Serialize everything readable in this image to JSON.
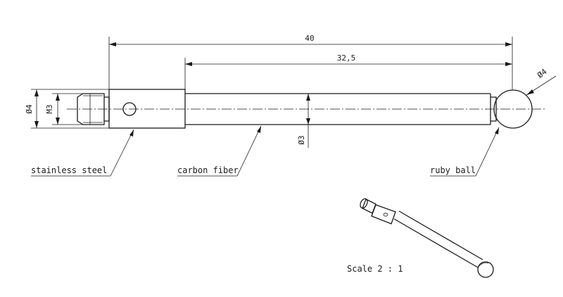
{
  "dimensions": {
    "overall_length": "40",
    "shaft_length": "32,5",
    "ball_diameter": "Ø4",
    "body_diameter": "Ø4",
    "thread": "M3",
    "shaft_diameter": "Ø3"
  },
  "labels": {
    "stainless_steel": "stainless steel",
    "carbon_fiber": "carbon fiber",
    "ruby_ball": "ruby ball"
  },
  "scale": "Scale 2 : 1",
  "colors": {
    "line": "#1a1a1a",
    "background": "#ffffff"
  }
}
